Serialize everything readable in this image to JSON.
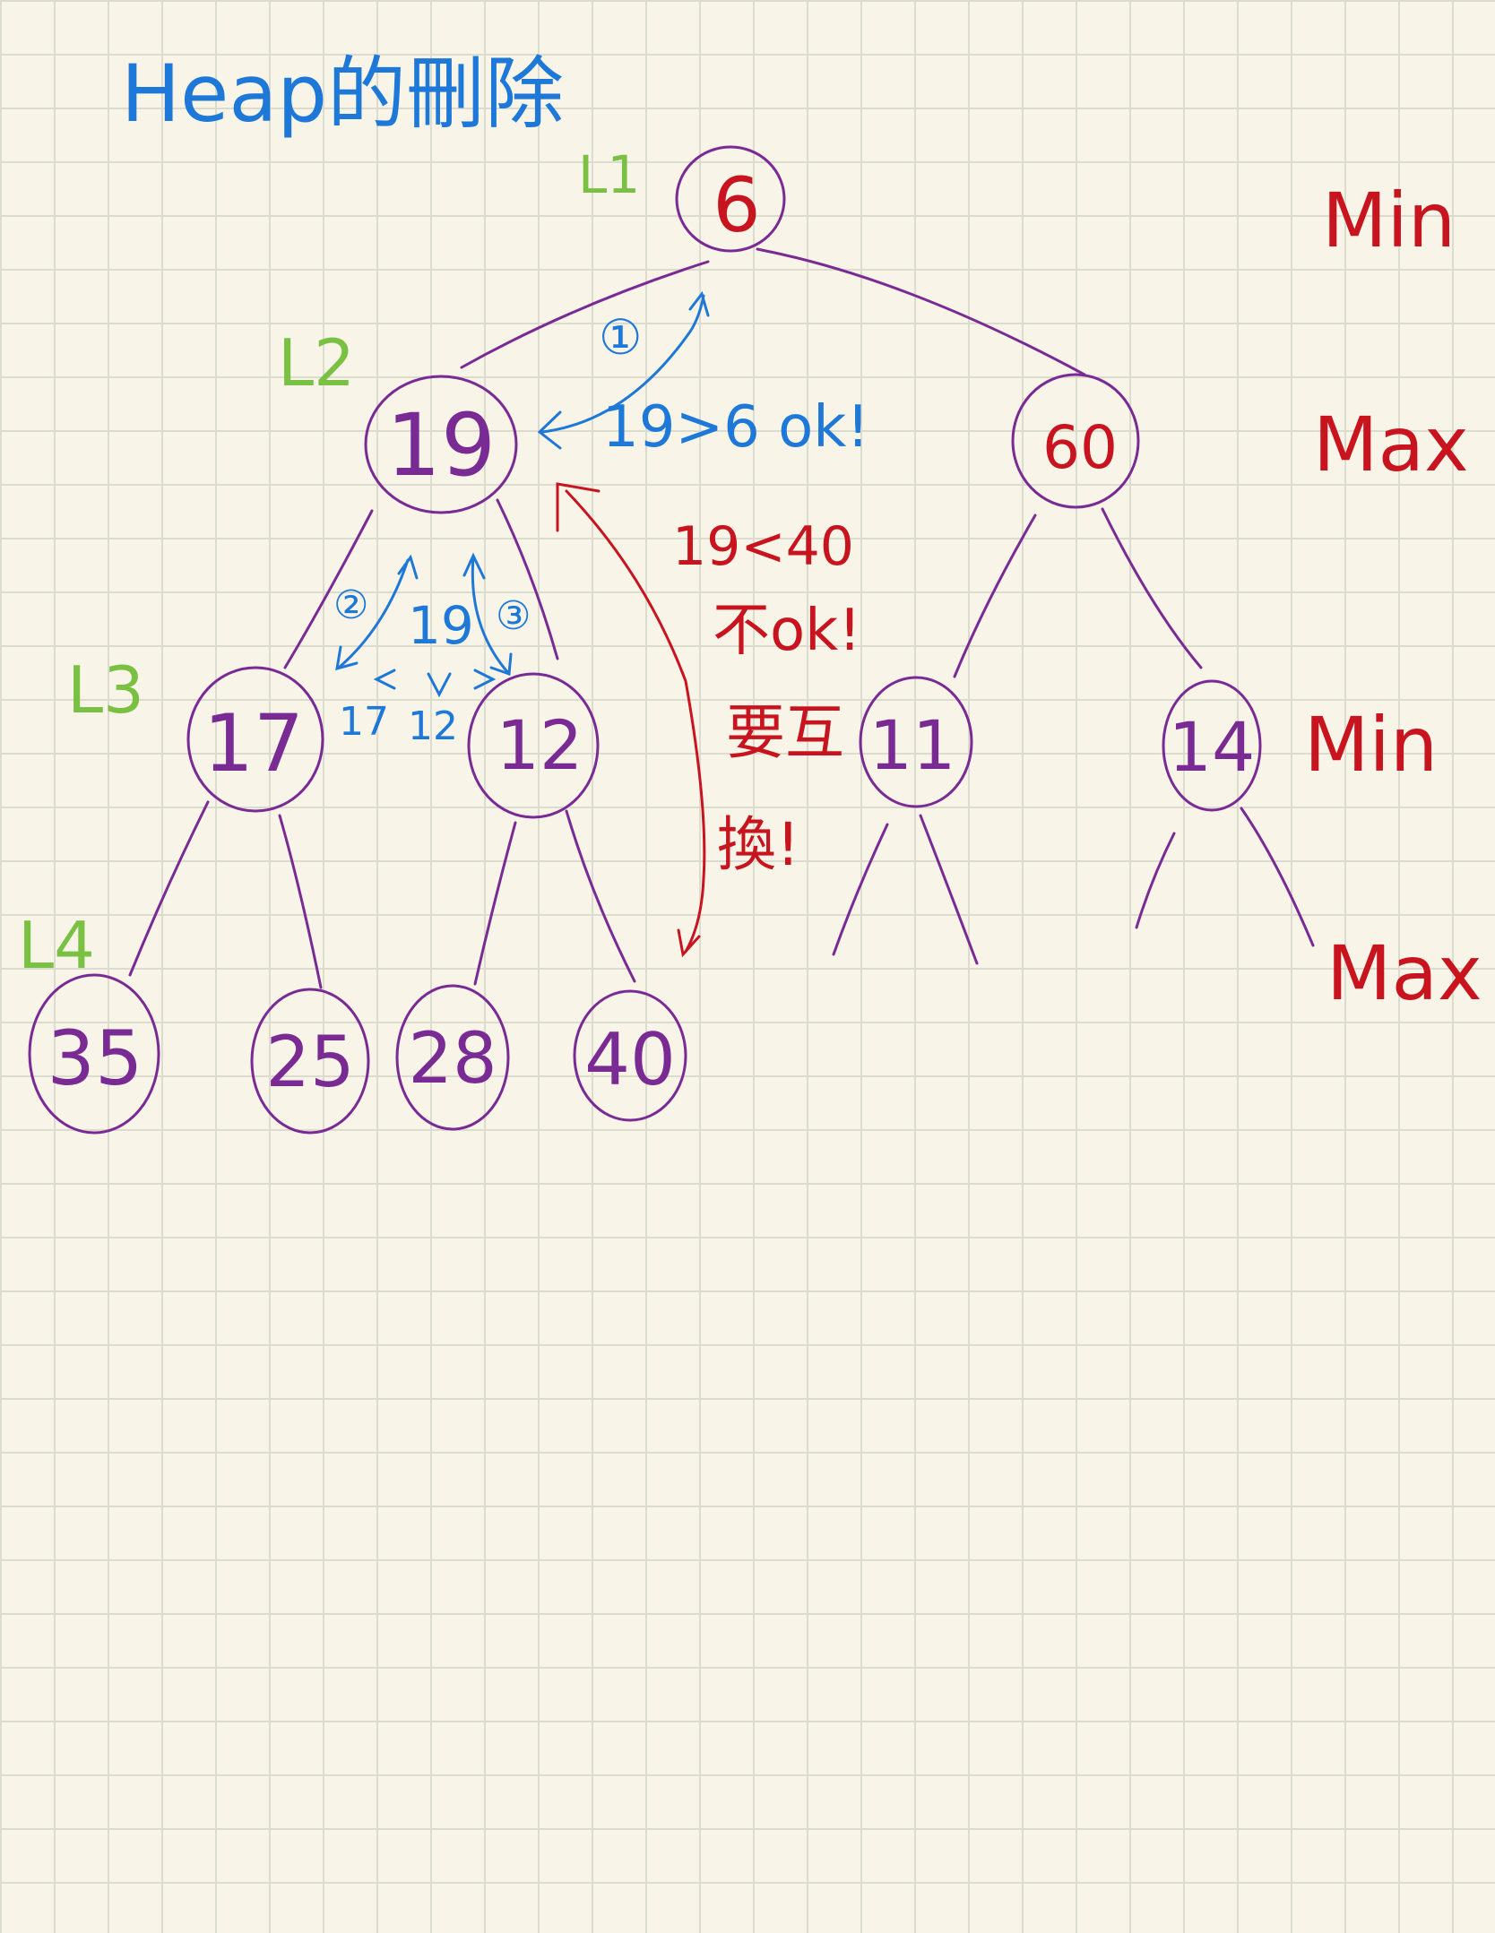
{
  "title": "Heap的刪除",
  "colors": {
    "tree": "#7a2a93",
    "blue": "#1e78d8",
    "red": "#c8141e",
    "green": "#7ac143"
  },
  "level_labels": [
    "L1",
    "L2",
    "L3",
    "L4"
  ],
  "side_labels": [
    "Min",
    "Max",
    "Min",
    "Max"
  ],
  "nodes": {
    "root": "6",
    "l2_left": "19",
    "l2_right": "60",
    "l3_a": "17",
    "l3_b": "12",
    "l3_c": "11",
    "l3_d": "14",
    "l4_a": "35",
    "l4_b": "25",
    "l4_c": "28",
    "l4_d": "40"
  },
  "annotations": {
    "step1_marker": "①",
    "step1_text": "19>6 ok!",
    "step2_marker": "②",
    "step3_marker": "③",
    "compare_top": "19",
    "compare_left": "17",
    "compare_right": "12",
    "red_compare": "19<40",
    "red_not_ok": "不ok!",
    "red_swap_1": "要互",
    "red_swap_2": "換!"
  }
}
